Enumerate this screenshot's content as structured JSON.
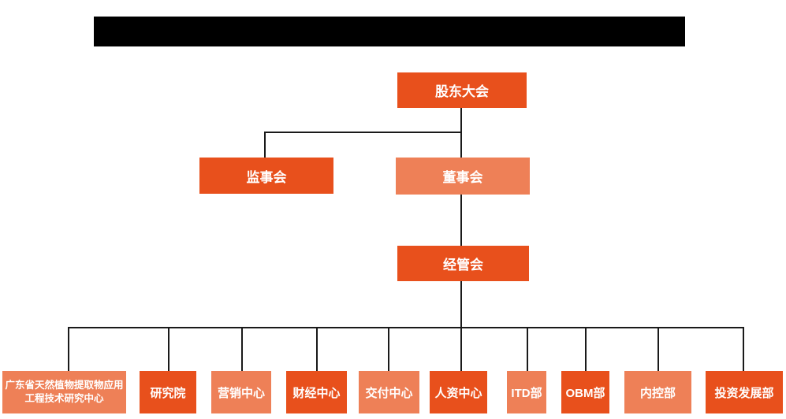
{
  "meta": {
    "description": "Company organizational structure chart with redacted title bar",
    "title_redacted": true
  },
  "colors": {
    "primary_orange": "#e8501c",
    "secondary_salmon": "#ee8057",
    "connector_line": "#1a1a1a",
    "node_text": "#ffffff",
    "redaction_bar": "#000000",
    "background": "#ffffff"
  },
  "org_chart": {
    "root": {
      "label": "股东大会",
      "variant": "primary"
    },
    "level2": [
      {
        "label": "监事会",
        "variant": "primary"
      },
      {
        "label": "董事会",
        "variant": "secondary"
      }
    ],
    "level3": {
      "label": "经管会",
      "variant": "primary"
    },
    "departments": [
      {
        "label": "广东省天然植物提取物应用工程技术研究中心",
        "variant": "secondary"
      },
      {
        "label": "研究院",
        "variant": "primary"
      },
      {
        "label": "营销中心",
        "variant": "secondary"
      },
      {
        "label": "财经中心",
        "variant": "primary"
      },
      {
        "label": "交付中心",
        "variant": "secondary"
      },
      {
        "label": "人资中心",
        "variant": "primary"
      },
      {
        "label": "ITD部",
        "variant": "secondary"
      },
      {
        "label": "OBM部",
        "variant": "primary"
      },
      {
        "label": "内控部",
        "variant": "secondary"
      },
      {
        "label": "投资发展部",
        "variant": "primary"
      }
    ]
  }
}
